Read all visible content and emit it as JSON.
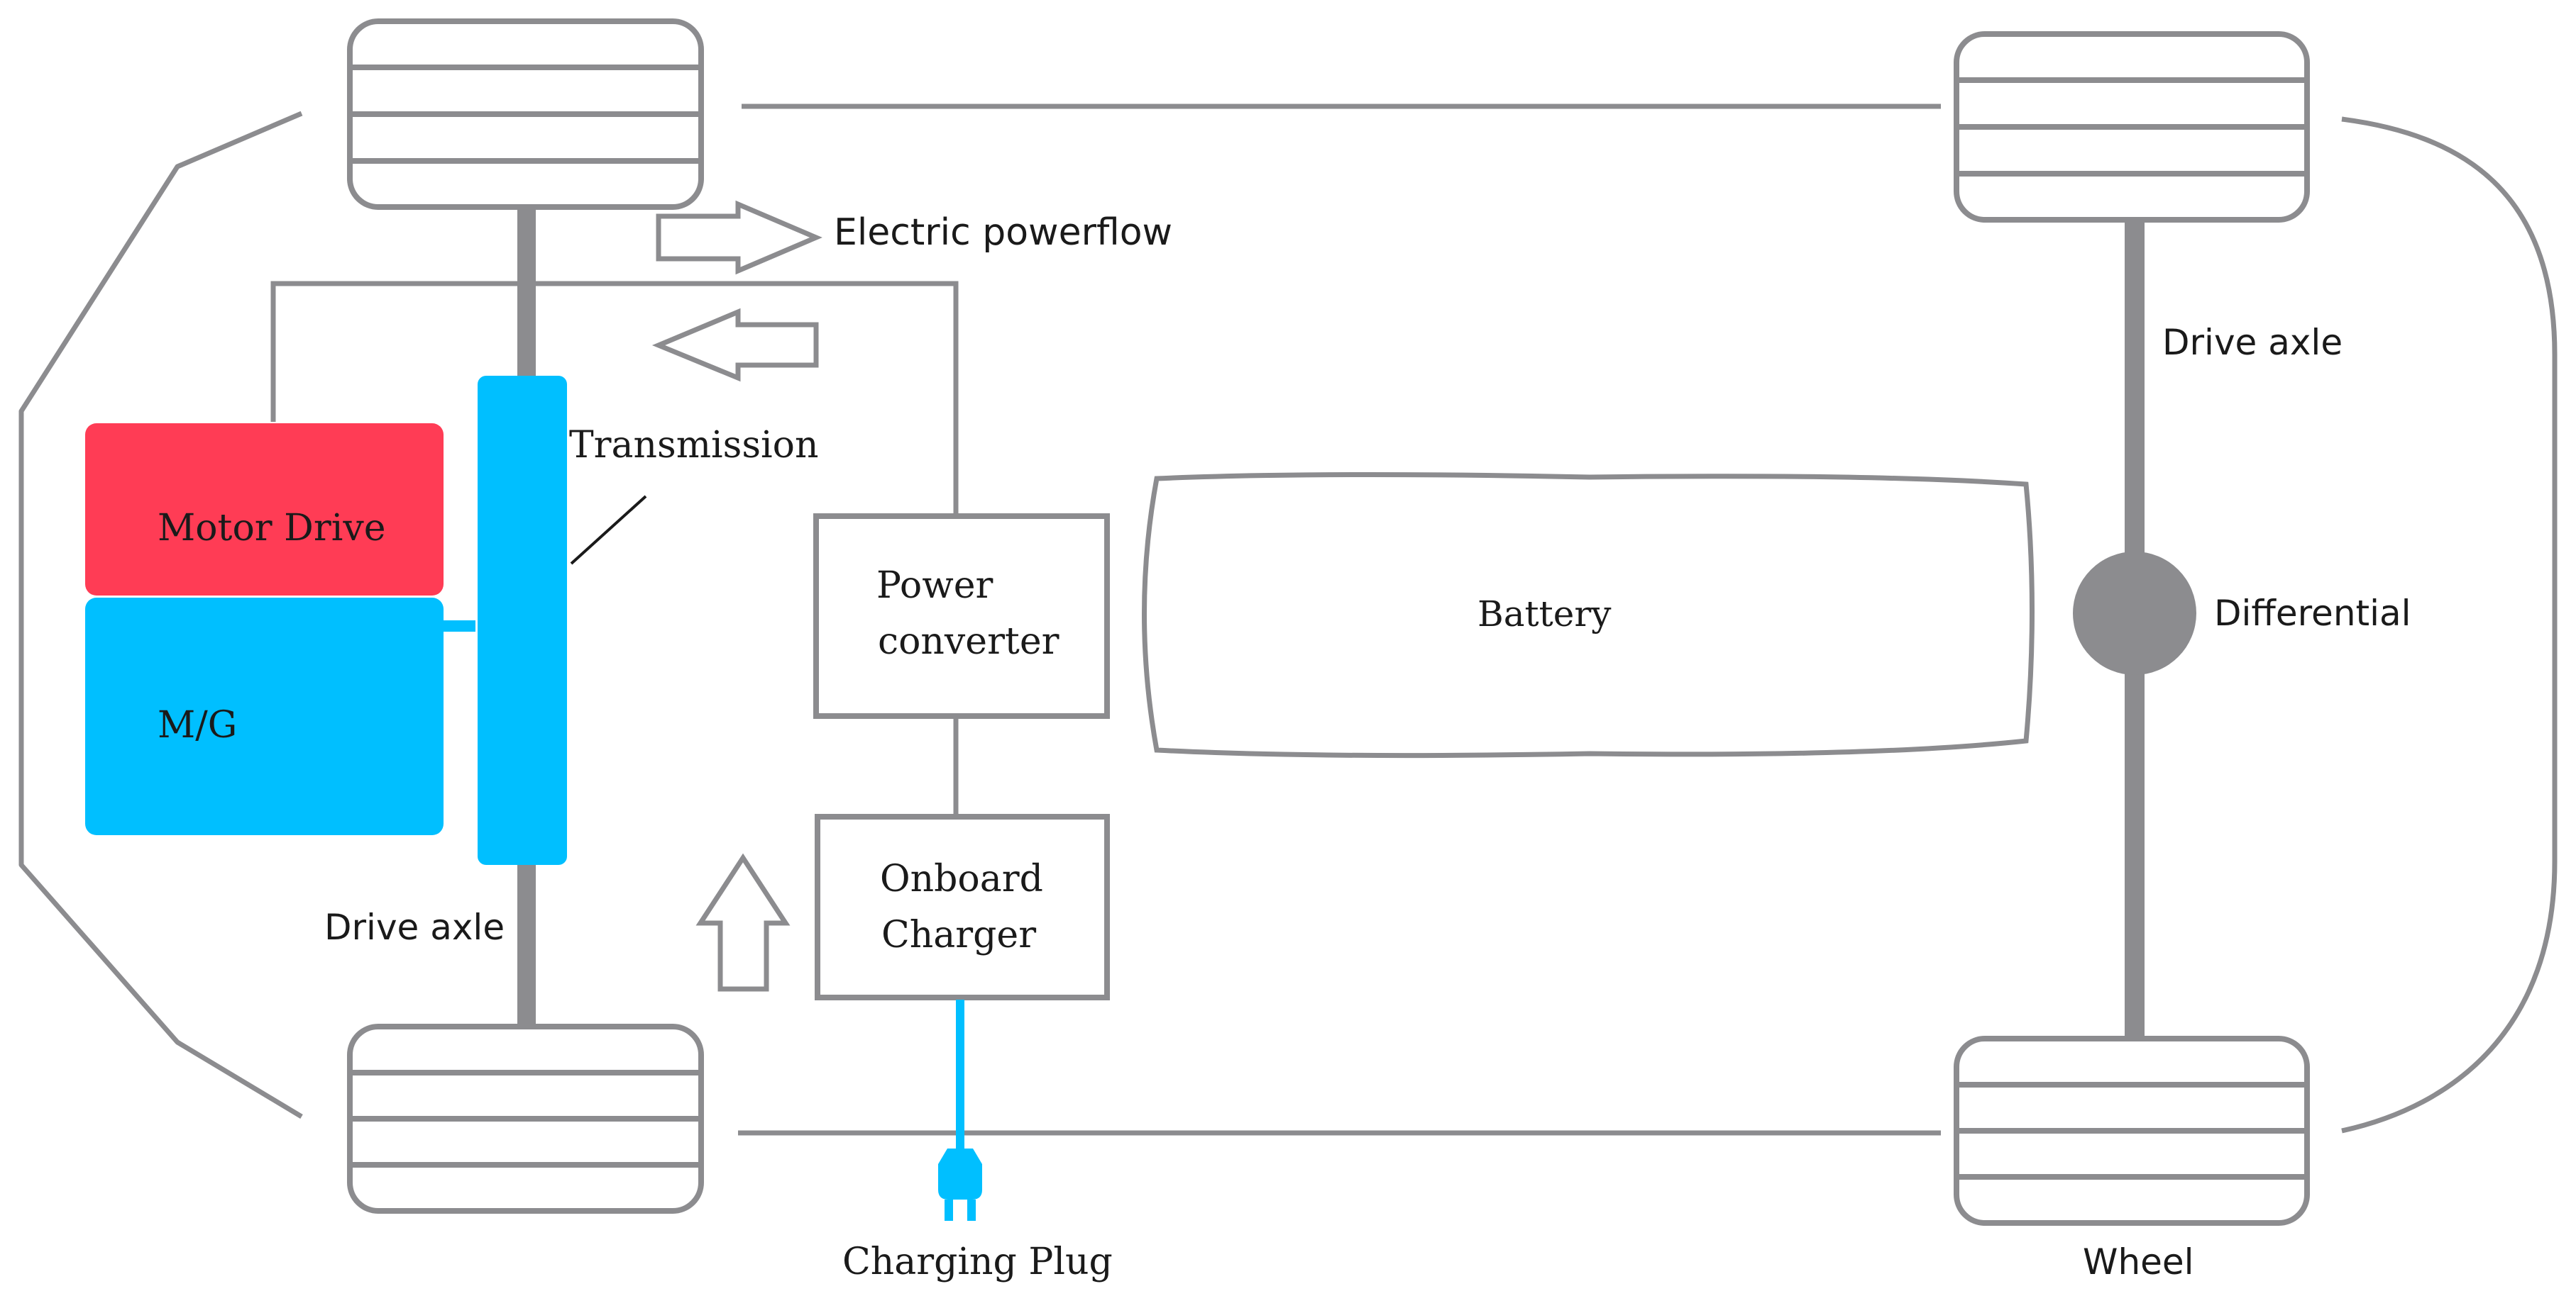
{
  "labels": {
    "electric_powerflow": "Electric powerflow",
    "transmission": "Transmission",
    "motor_drive": "Motor Drive",
    "mg": "M/G",
    "drive_axle_front": "Drive axle",
    "drive_axle_rear": "Drive axle",
    "power_converter_line1": "Power",
    "power_converter_line2": "converter",
    "onboard_charger_line1": "Onboard",
    "onboard_charger_line2": "Charger",
    "battery": "Battery",
    "differential": "Differential",
    "charging_plug": "Charging Plug",
    "wheel": "Wheel"
  },
  "colors": {
    "outline": "#8c8c8f",
    "axle": "#8c8c8f",
    "motor_drive": "#ff3c55",
    "mg": "#00bfff",
    "transmission": "#00bfff",
    "charge_cable": "#00bfff",
    "differential": "#8c8c8f",
    "text": "#1a1a1a"
  },
  "icons": [
    "arrow-right-outline-icon",
    "arrow-left-outline-icon",
    "arrow-up-outline-icon",
    "plug-icon"
  ]
}
